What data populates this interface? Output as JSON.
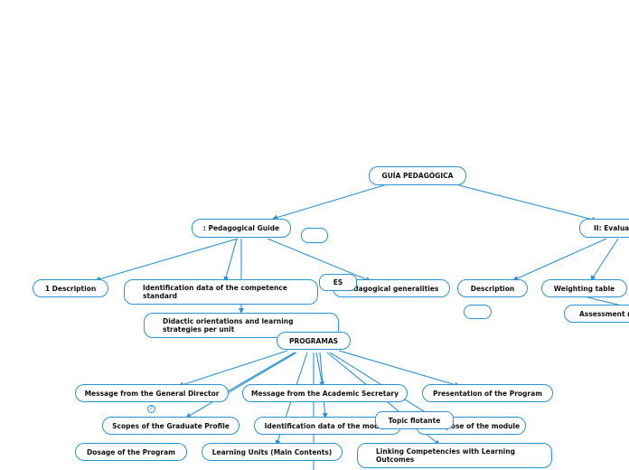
{
  "diagram": {
    "root": "GUÍA PEDAGÓGICA",
    "nodes": {
      "pedagogical_guide": ": Pedagogical Guide",
      "evaluation": "II: Evalua",
      "description_1": "1 Description",
      "identification_competence": "Identification data of the competence standard",
      "pedagogical_generalities": "Pedagogical generalities",
      "description": "Description",
      "weighting_table": "Weighting table",
      "assessment": "Assessment m",
      "didactic_orientations": "Didactic orientations and learning strategies per unit",
      "programas": "PROGRAMAS",
      "message_director": "Message from the General Director",
      "message_secretary": "Message from the Academic Secretary",
      "presentation_program": "Presentation of the Program",
      "scopes_profile": "Scopes of the Graduate Profile",
      "identification_module": "Identification data of the module",
      "purpose_module": "Purpose of the module",
      "dosage_program": "Dosage of the Program",
      "learning_units": "Learning Units (Main Contents)",
      "linking_competencies": "Linking Competencies with Learning Outcomes"
    },
    "floating": {
      "es_label": "ES",
      "topic_flotante": "Topic flotante"
    },
    "badge": "2",
    "colors": {
      "line": "#2a94d6",
      "border": "#2a94d6",
      "text": "#111111"
    }
  }
}
